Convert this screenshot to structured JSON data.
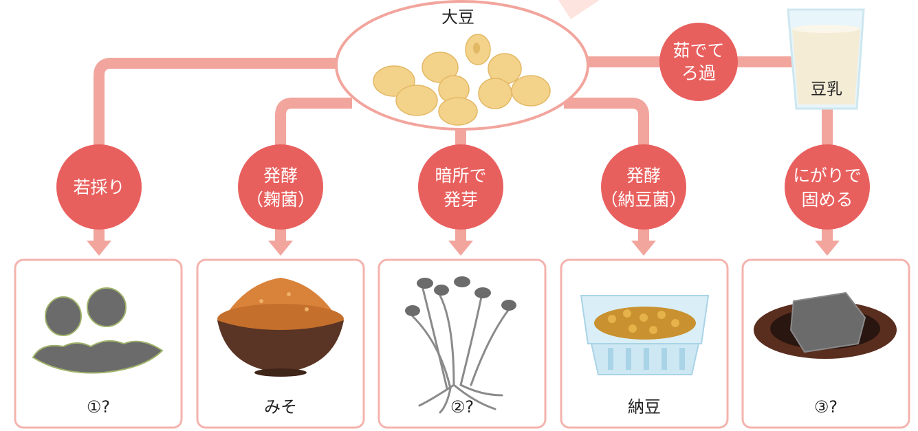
{
  "source": {
    "label": "大豆"
  },
  "milk": {
    "process": [
      "茹でて",
      "ろ過"
    ],
    "label": "豆乳"
  },
  "steps": [
    {
      "process": [
        "若採り"
      ],
      "result": "①?"
    },
    {
      "process": [
        "発酵",
        "（麹菌）"
      ],
      "result": "みそ"
    },
    {
      "process": [
        "暗所で",
        "発芽"
      ],
      "result": "②?"
    },
    {
      "process": [
        "発酵",
        "（納豆菌）"
      ],
      "result": "納豆"
    },
    {
      "process": [
        "にがりで",
        "固める"
      ],
      "result": "③?"
    }
  ],
  "colors": {
    "connector": "#f2a59d",
    "process_circle": "#e8605e",
    "box_border": "#f4b3ad",
    "bean": "#f3d28a",
    "unknown_item": "#6b6b6b"
  }
}
